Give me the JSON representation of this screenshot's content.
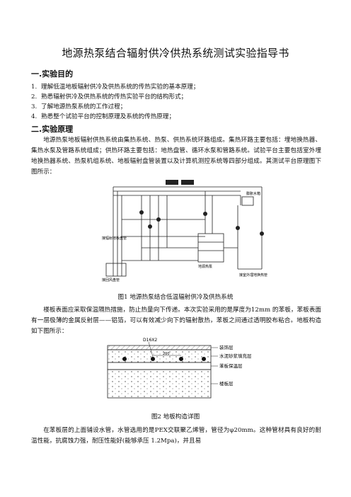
{
  "title": "地源热泵结合辐射供冷供热系统测试实验指导书",
  "section1": {
    "heading": "一.实验目的",
    "items": [
      {
        "num": "1.",
        "text": "理解低温地板辐射供冷及供热系统的传热实验的基本原理；"
      },
      {
        "num": "2.",
        "text": "熟悉辐射供冷及供热系统的传热实验平台的结构形式；"
      },
      {
        "num": "3.",
        "text": "了解地源热泵系统的工作过程；"
      },
      {
        "num": "4.",
        "text": "熟悉整个试验平台的控制原理及系统的传热原理；"
      }
    ]
  },
  "section2": {
    "heading": "二.实验原理",
    "para1": "地源热泵地板辐射供热系统由集热系统、热泵、供热系统环路组成。集热环路主要包括：埋地换热器、集热水泵及管路系统组成；供热环路主要包括：地热盘管、循环水泵和管路系统。试验平台主要包括室外埋地换热器系统、热泵机组系统、地板辐射盘管装置以及计算机测控系统等四部分组成。其测试平台原理图下图所示：",
    "fig1_caption": "图1  地源热泵结合低温辐射供冷及供热系统",
    "fig1_labels": {
      "expansion_tank": "膨胀水箱",
      "radiant_coil": "接辐射地板盘管",
      "buried_coil": "接回风盘管",
      "heat_pump": "地源热泵",
      "ground_hx": "接室外埋地换热管"
    },
    "para2": "楼板表面应采取保温隔热措施，防止热量向下传递。本次实验采用的是厚度为12mm 的苯板，苯板表面有一层极薄的金属反射层——铝箔，可以有效减少向下的辐射散热，苯板之间通过透明胶布粘合。地板构造如下图所示：",
    "fig2_caption": "图2    地板构造详图",
    "fig2_labels": {
      "pipe_spec": "D16X2",
      "spacing": "200",
      "layers": [
        "装饰层",
        "水泥砂浆填充层",
        "苯板保温层",
        "楼板层"
      ]
    },
    "para3": "在苯板层的上面铺设水管，水管选用的是PEX交联聚乙烯管，管径为φ20mm。这种管材具有良好的耐温性能，抗腐蚀力强，耐压性能好(能够承压  1.2Mpa)，并且易"
  }
}
